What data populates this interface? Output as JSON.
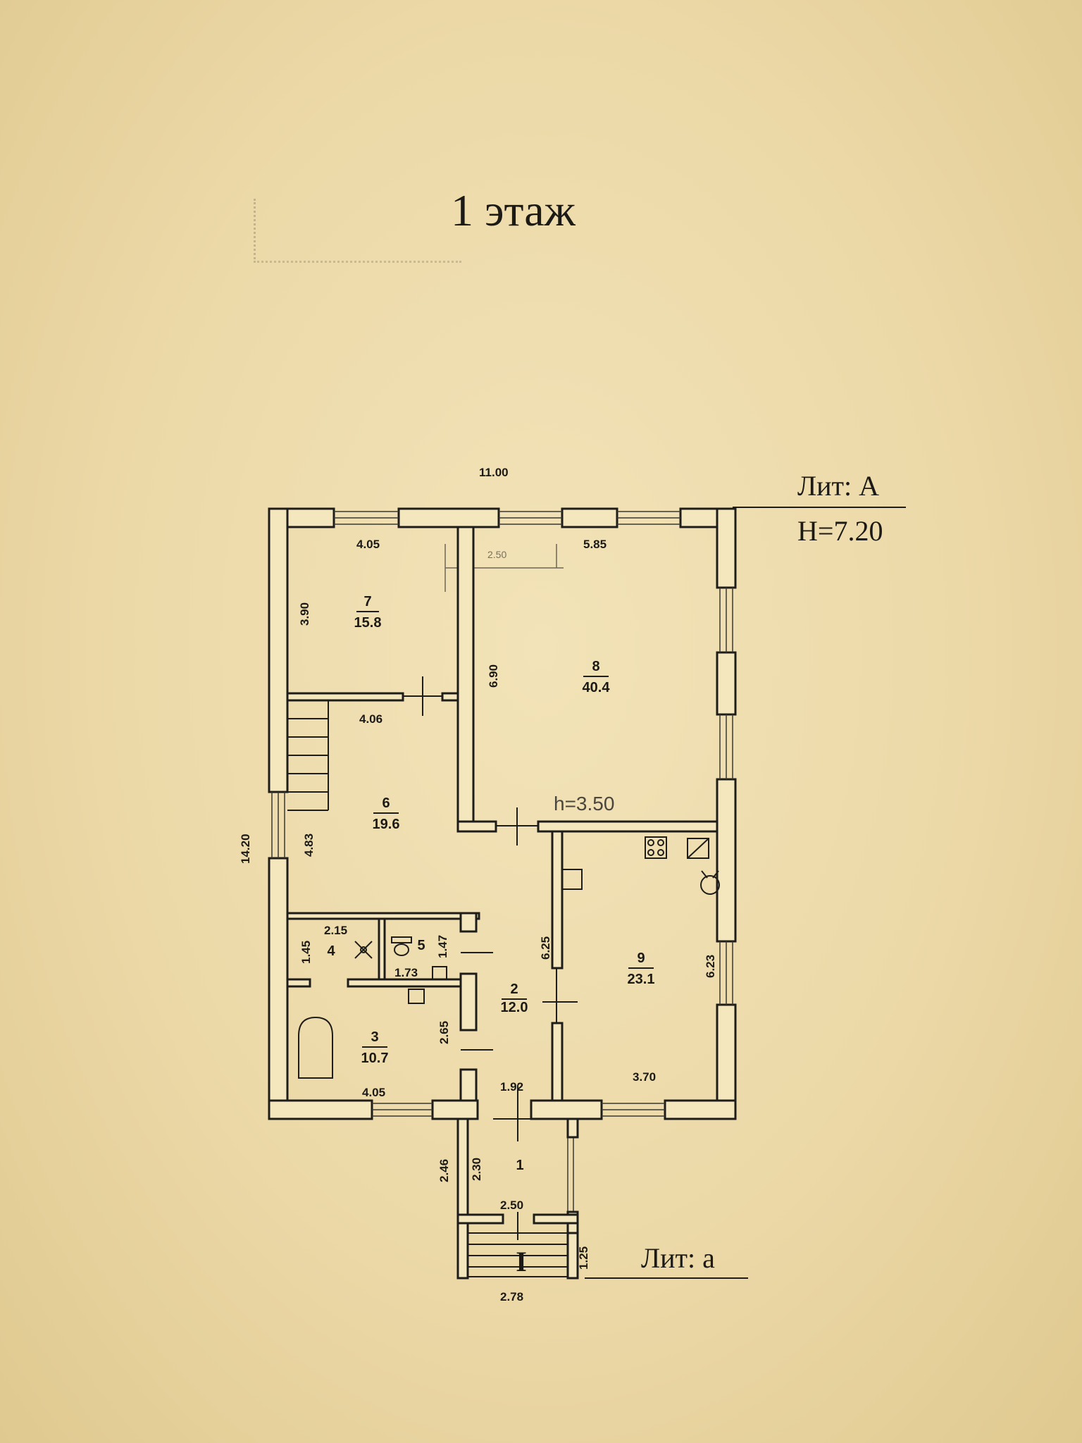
{
  "title": "1 этаж",
  "lit_main": "Лит: А",
  "height_main": "H=7.20",
  "lit_porch": "Лит: а",
  "height_inner": "h=3.50",
  "porch_roman": "I",
  "rooms": [
    {
      "num": "1",
      "area": ""
    },
    {
      "num": "2",
      "area": "12.0"
    },
    {
      "num": "3",
      "area": "10.7"
    },
    {
      "num": "4",
      "area": ""
    },
    {
      "num": "5",
      "area": ""
    },
    {
      "num": "6",
      "area": "19.6"
    },
    {
      "num": "7",
      "area": "15.8"
    },
    {
      "num": "8",
      "area": "40.4"
    },
    {
      "num": "9",
      "area": "23.1"
    }
  ],
  "dims": {
    "overall_width": "11.00",
    "overall_depth": "14.20",
    "r7_w": "4.05",
    "r7_h": "3.90",
    "r8_w": "5.85",
    "r8_h": "6.90",
    "r6_w": "4.06",
    "r6_h": "4.83",
    "r4_w": "2.15",
    "r4_h": "1.45",
    "r5_w": "1.73",
    "r5_h": "1.47",
    "r3_w": "4.05",
    "r3_h": "2.65",
    "r2_w": "1.92",
    "r2_h": "6.25",
    "r9_w": "3.70",
    "r9_h": "6.23",
    "r1_w": "2.50",
    "r1_h": "2.30",
    "porch_outer_h": "2.46",
    "porch_w": "2.78",
    "steps_h": "1.25",
    "faint_note": "2.50"
  }
}
